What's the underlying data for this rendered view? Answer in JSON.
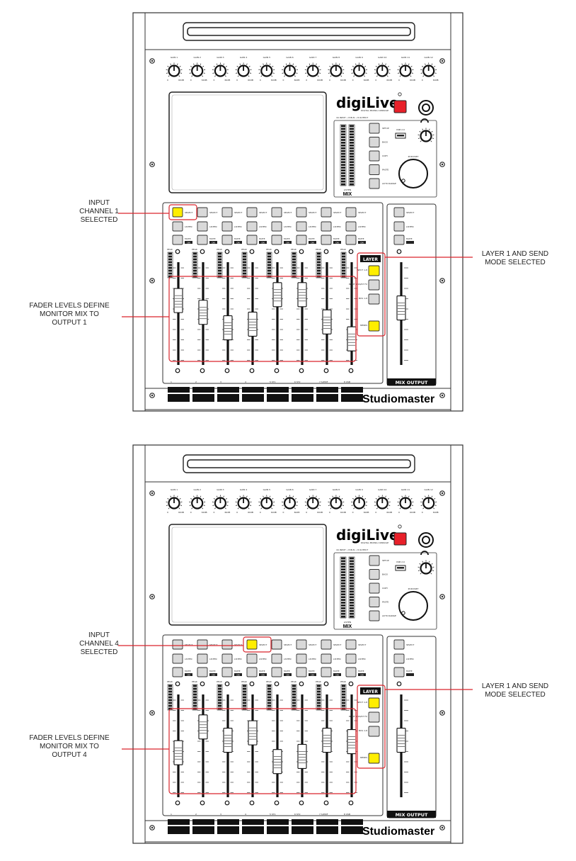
{
  "mixers": [
    {
      "input_label_lines": [
        "INPUT",
        "CHANNEL 1",
        "SELECTED"
      ],
      "layer_label_lines": [
        "LAYER 1 AND SEND",
        "MODE SELECTED"
      ],
      "fader_label_lines": [
        "FADER LEVELS DEFINE",
        "MONITOR MIX TO",
        "OUTPUT 1"
      ],
      "selected_channel": 1,
      "fader_levels": [
        0.72,
        0.56,
        0.35,
        0.4,
        0.8,
        0.8,
        0.43,
        0.2
      ],
      "master_level": 0.62
    },
    {
      "input_label_lines": [
        "INPUT",
        "CHANNEL 4",
        "SELECTED"
      ],
      "layer_label_lines": [
        "LAYER 1 AND SEND",
        "MODE SELECTED"
      ],
      "fader_label_lines": [
        "FADER LEVELS DEFINE",
        "MONITOR MIX TO",
        "OUTPUT 4"
      ],
      "selected_channel": 4,
      "fader_levels": [
        0.45,
        0.8,
        0.62,
        0.72,
        0.33,
        0.4,
        0.62,
        0.6
      ],
      "master_level": 0.62
    }
  ],
  "gain_labels": [
    "GAIN 1",
    "GAIN 2",
    "GAIN 3",
    "GAIN 4",
    "GAIN 5",
    "GAIN 6",
    "GAIN 7",
    "GAIN 8",
    "GAIN 9",
    "GAIN 10",
    "GAIN 11",
    "GAIN 12"
  ],
  "gain_scale": [
    "0",
    "60dB"
  ],
  "brand_logo": "digiLive",
  "brand_tagline": "DIGITAL MIXING CONSOLE",
  "io_text": "16 INPUT • 8 BUS • 8 OUTPUT",
  "usb_label": "USB 2.0",
  "menu_buttons": [
    "SETUP",
    "BACK",
    "COPY",
    "PASTE",
    "AUTO RANGE"
  ],
  "meter_labels": [
    "LISTEN",
    "MIX"
  ],
  "encoder_label": "PUSH/SET",
  "select_label": "SELECT",
  "listen_label": "LISTEN",
  "mute_label": "MUTE",
  "on_label": "ON",
  "peak_label": "PEAK",
  "layer_title": "LAYER",
  "layer_buttons": [
    "INPUT 1-8",
    "INPUT 9-16/ST FX",
    "BUS 1-8",
    "SENDS"
  ],
  "channel_labels": [
    "1",
    "2",
    "3",
    "4",
    "5 ST1",
    "6 ST2",
    "7 S/PDIF",
    "8 USB"
  ],
  "mix_output_label": "MIX OUTPUT",
  "brand_name": "Studiomaster",
  "colors": {
    "selected": "#ffee00",
    "power": "#e8202a",
    "callout": "#d9252c",
    "panel": "#f4f4f4"
  }
}
